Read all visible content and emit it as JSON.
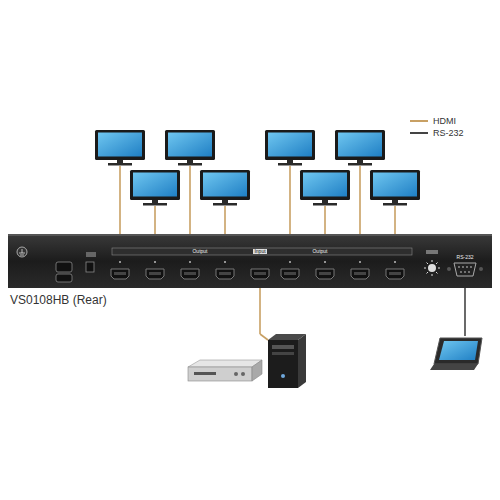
{
  "diagram": {
    "labels": [
      "VS0108HB (Rear)",
      "Output",
      "Input",
      "Output",
      "RS-232"
    ],
    "legend": [
      {
        "text": "HDMI"
      },
      {
        "text": "RS-232"
      }
    ]
  }
}
